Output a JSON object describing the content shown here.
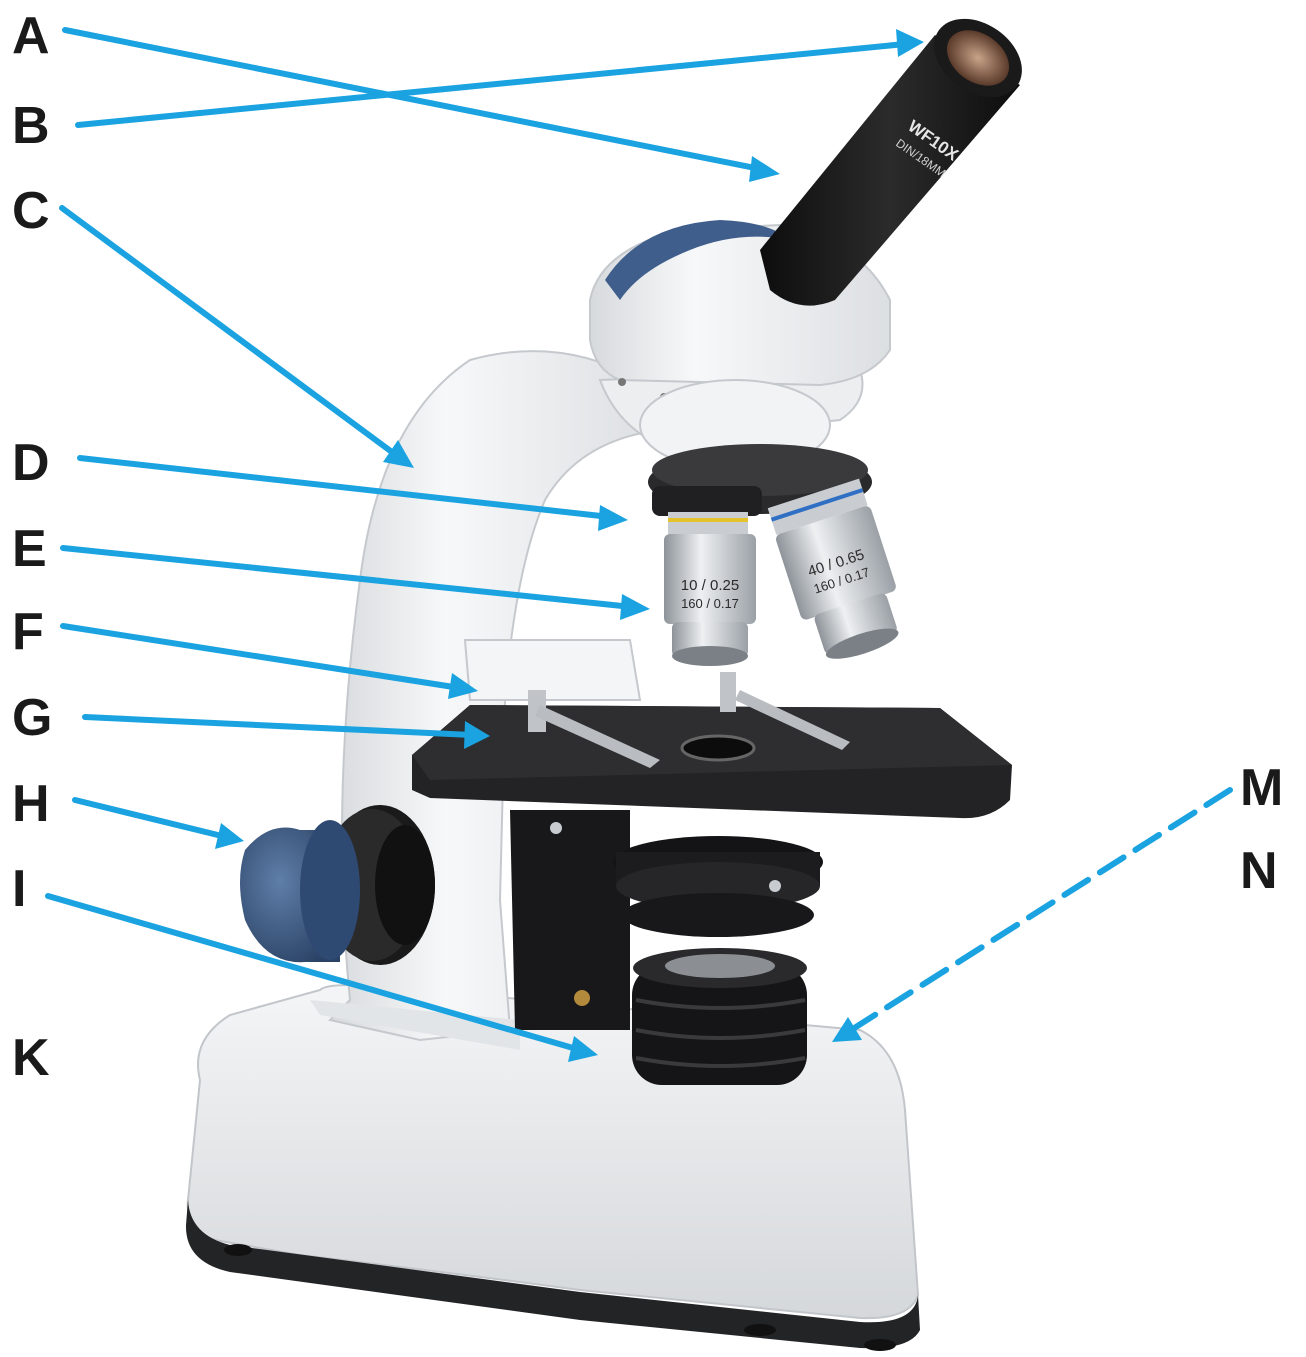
{
  "labels": {
    "A": "A",
    "B": "B",
    "C": "C",
    "D": "D",
    "E": "E",
    "F": "F",
    "G": "G",
    "H": "H",
    "I": "I",
    "K": "K",
    "M": "M",
    "N": "N"
  },
  "engravings": {
    "eyepiece_line1": "WF10X",
    "eyepiece_line2": "DIN/18MM",
    "objective10_line1": "10 / 0.25",
    "objective10_line2": "160 / 0.17",
    "objective40_line1": "40 / 0.65",
    "objective40_line2": "160 / 0.17"
  },
  "colors": {
    "arrow": "#1aa3e0",
    "label": "#1a1a1a",
    "body_white": "#eef0f2",
    "stage_black": "#1c1c1e",
    "knob_blue": "#3b5a86"
  }
}
